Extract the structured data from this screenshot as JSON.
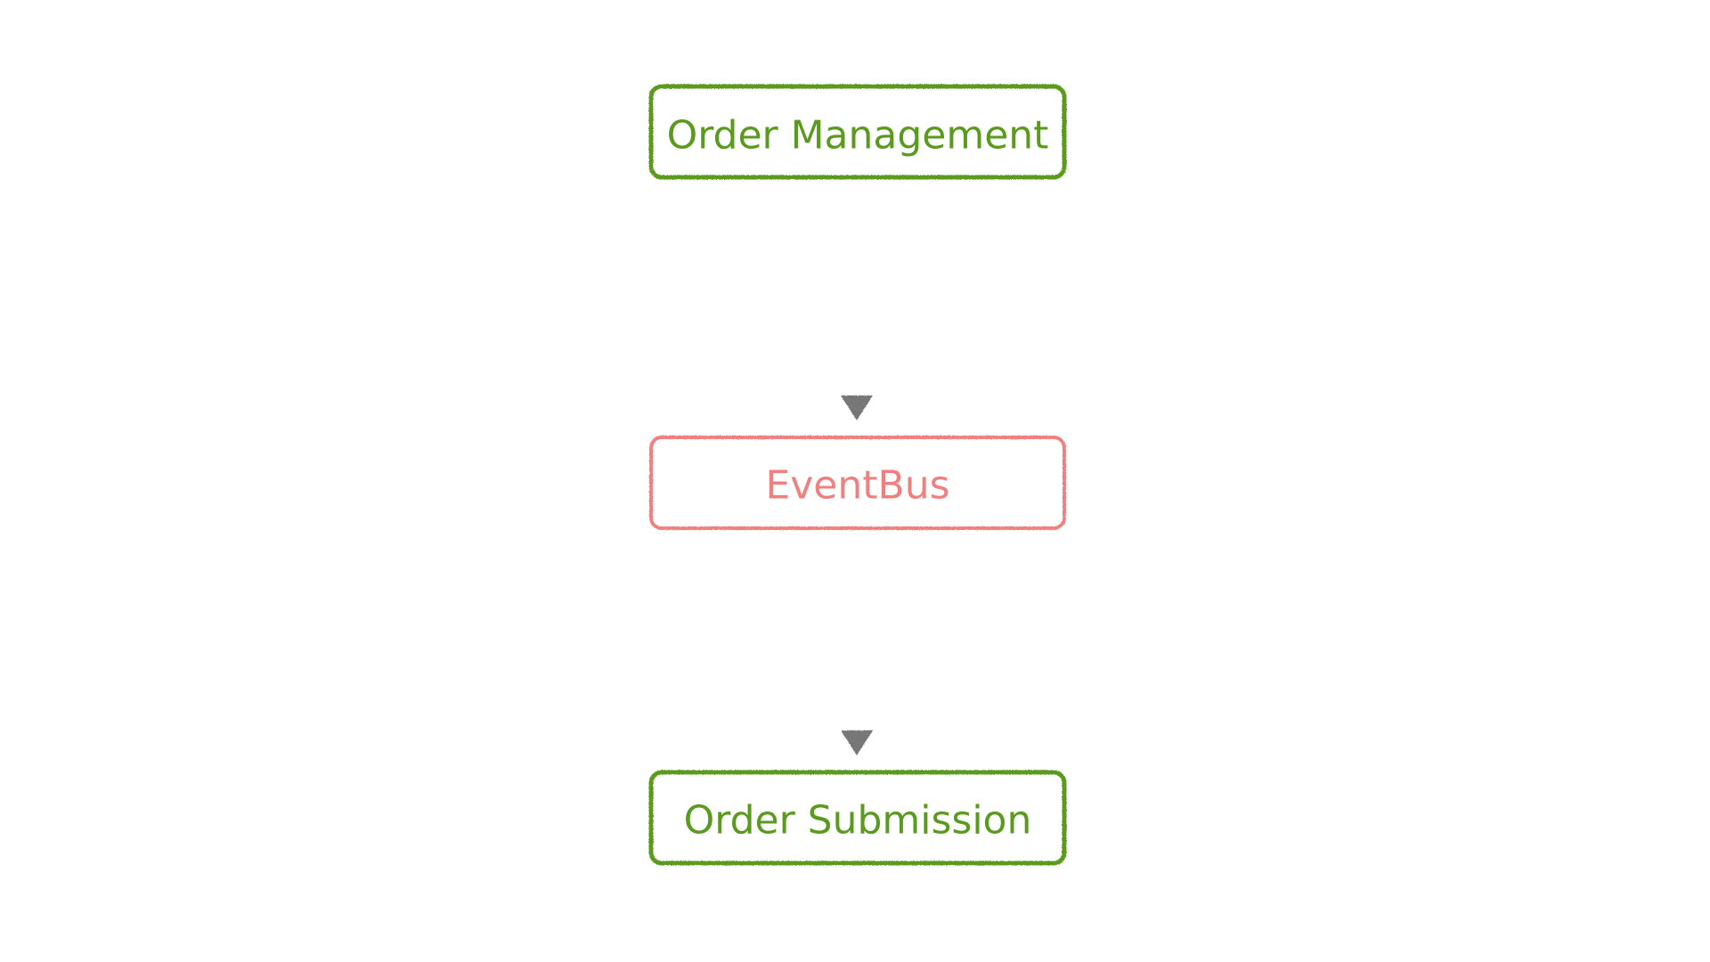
{
  "diagram": {
    "nodes": [
      {
        "id": "order-management",
        "label": "Order Management",
        "color": "#5a9a1e"
      },
      {
        "id": "eventbus",
        "label": "EventBus",
        "color": "#f07f7f"
      },
      {
        "id": "order-submission",
        "label": "Order Submission",
        "color": "#5a9a1e"
      }
    ],
    "edges": [
      {
        "from": "order-management",
        "to": "eventbus"
      },
      {
        "from": "eventbus",
        "to": "order-submission"
      }
    ],
    "edge_color": "#777777",
    "background": "#ffffff"
  }
}
